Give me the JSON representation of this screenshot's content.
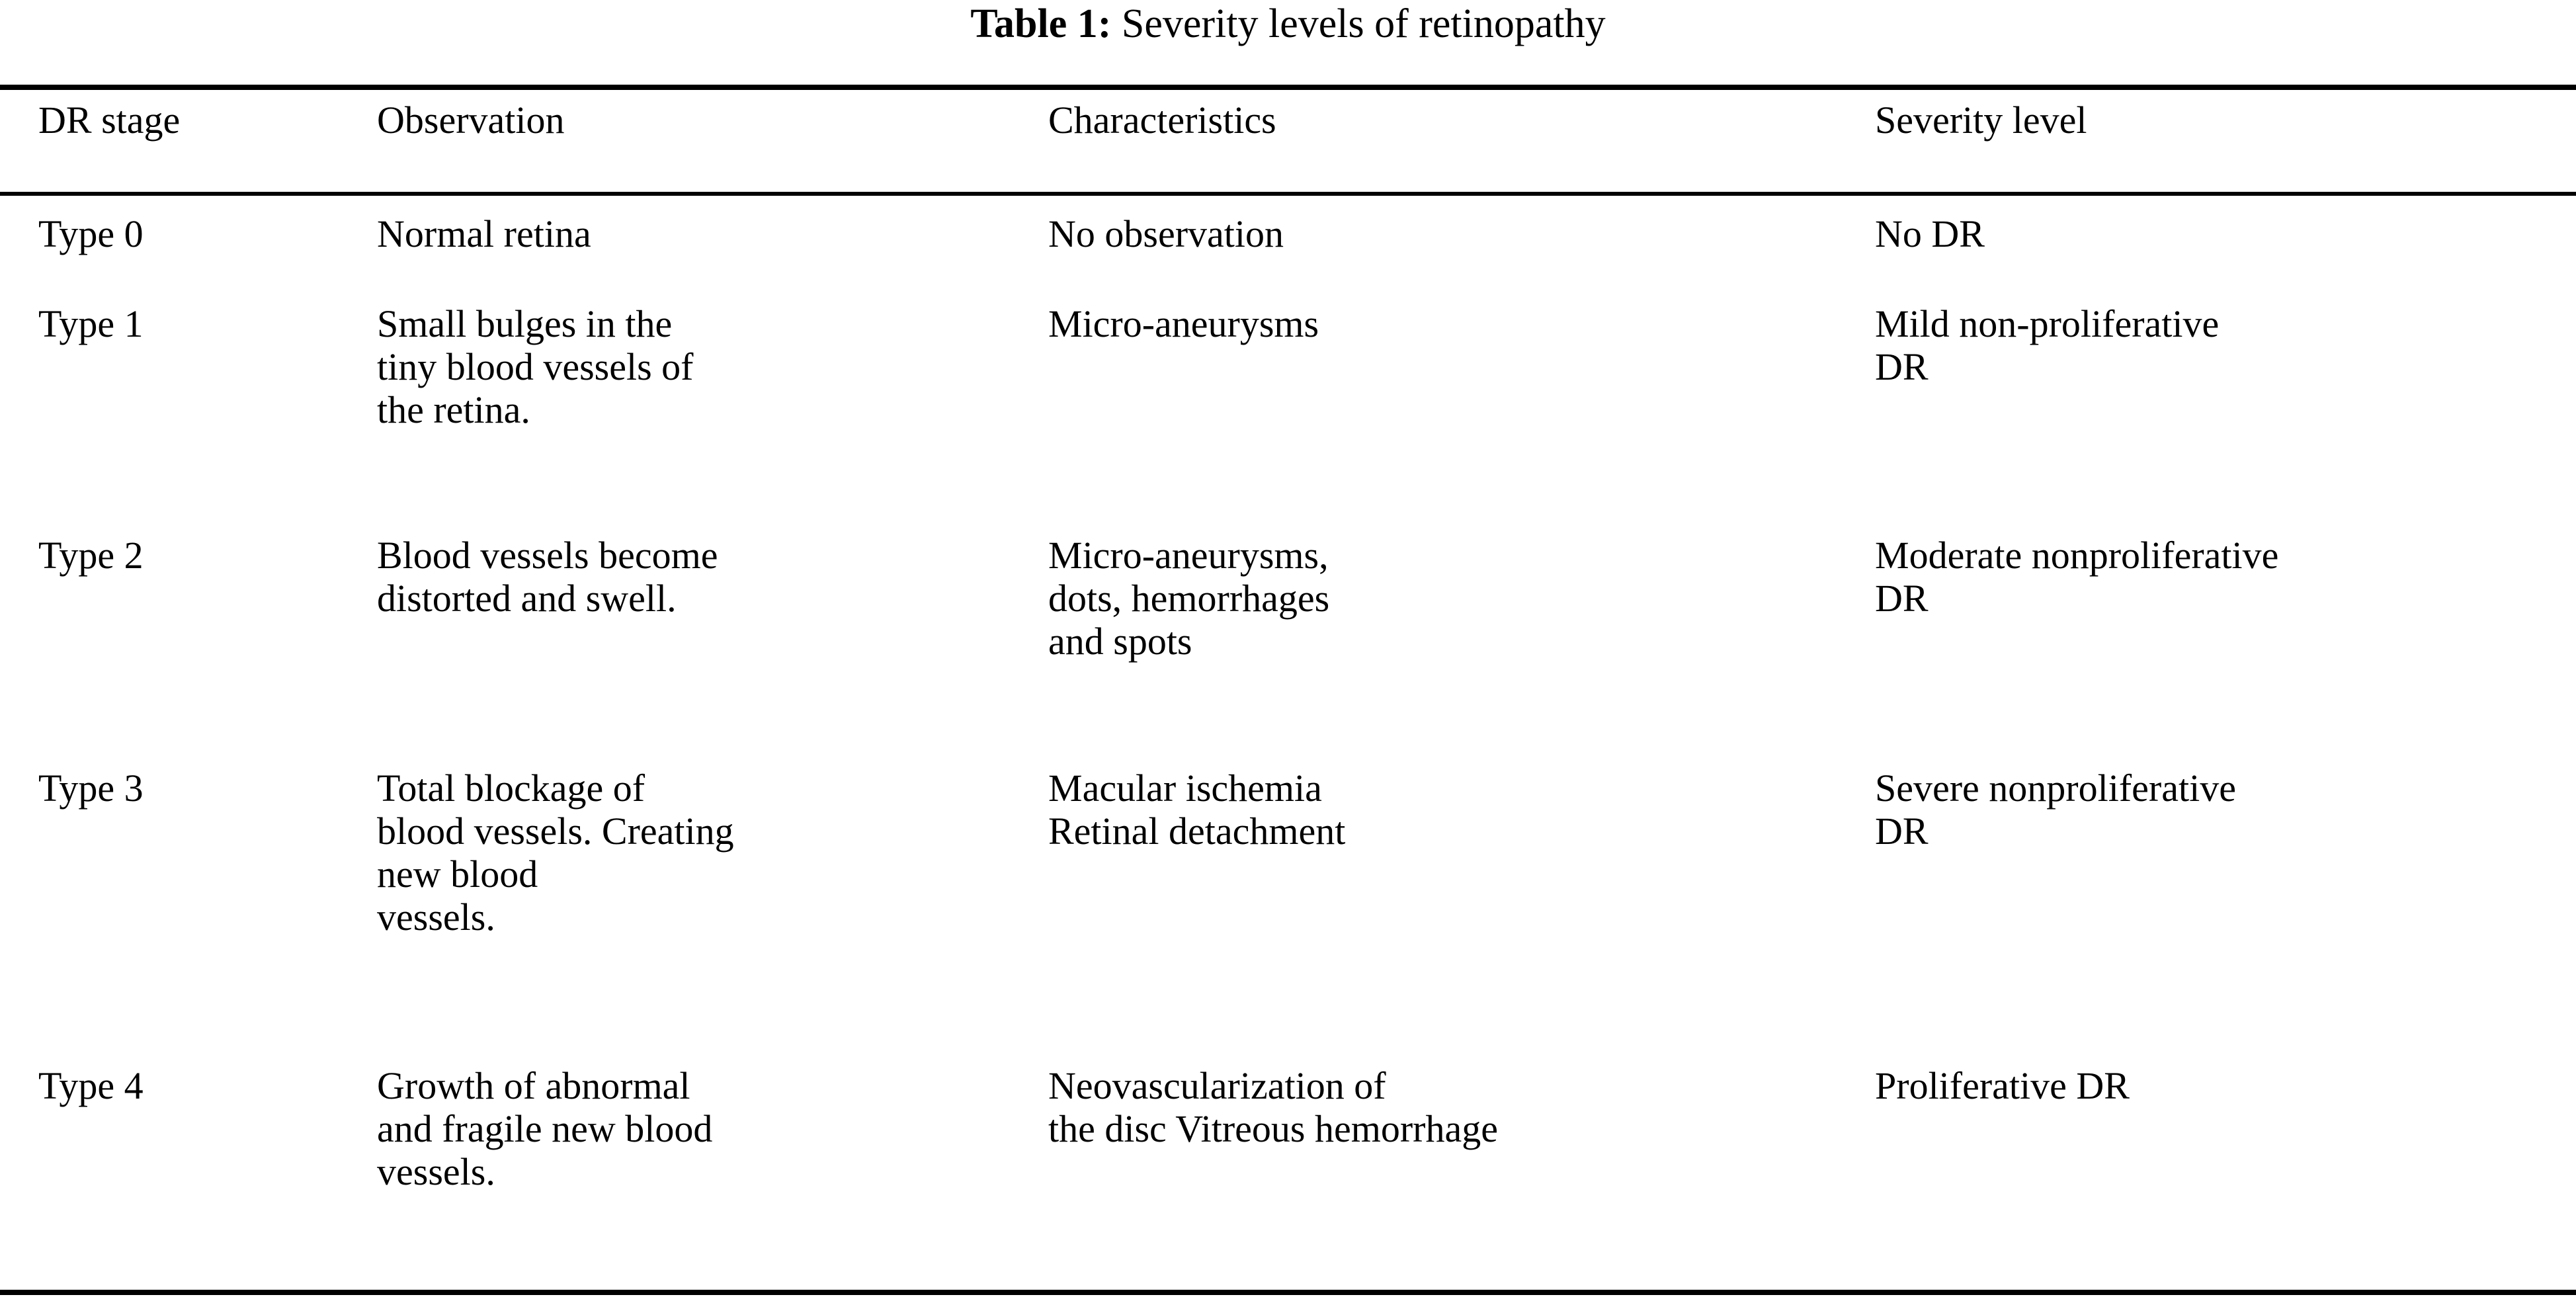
{
  "caption": {
    "label": "Table 1:",
    "text": "Severity levels of retinopathy"
  },
  "table": {
    "columns": [
      {
        "key": "stage",
        "header": "DR stage"
      },
      {
        "key": "observation",
        "header": "Observation"
      },
      {
        "key": "characteristics",
        "header": "Characteristics"
      },
      {
        "key": "severity",
        "header": "Severity level"
      }
    ],
    "rows": [
      {
        "stage": [
          "Type 0"
        ],
        "observation": [
          "Normal retina"
        ],
        "characteristics": [
          "No observation"
        ],
        "severity": [
          "No DR"
        ]
      },
      {
        "stage": [
          "Type 1"
        ],
        "observation": [
          "Small bulges in the",
          "tiny blood vessels of",
          "the retina."
        ],
        "characteristics": [
          "Micro-aneurysms"
        ],
        "severity": [
          "Mild non-proliferative",
          "DR"
        ]
      },
      {
        "stage": [
          "Type 2"
        ],
        "observation": [
          "Blood vessels become",
          "distorted and swell."
        ],
        "characteristics": [
          "Micro-aneurysms,",
          "dots, hemorrhages",
          "and spots"
        ],
        "severity": [
          "Moderate nonproliferative",
          "DR"
        ]
      },
      {
        "stage": [
          "Type 3"
        ],
        "observation": [
          "Total blockage of",
          "blood vessels. Creating",
          "new blood",
          "vessels."
        ],
        "characteristics": [
          "Macular ischemia",
          "Retinal detachment"
        ],
        "severity": [
          "Severe nonproliferative",
          "DR"
        ]
      },
      {
        "stage": [
          "Type 4"
        ],
        "observation": [
          "Growth of abnormal",
          "and fragile new blood",
          "vessels."
        ],
        "characteristics": [
          "Neovascularization of",
          "the disc Vitreous hemorrhage"
        ],
        "severity": [
          "Proliferative DR"
        ]
      }
    ]
  }
}
